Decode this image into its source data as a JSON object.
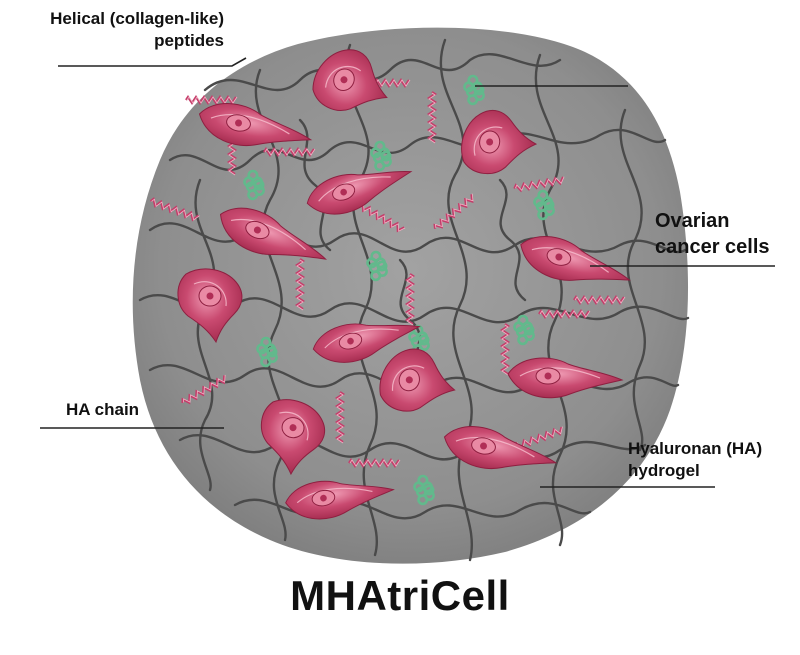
{
  "title": "MHAtriCell",
  "labels": {
    "peptides_line1": "Helical (collagen-like)",
    "peptides_line2": "peptides",
    "cells_line1": "Ovarian",
    "cells_line2": "cancer cells",
    "ha_chain": "HA chain",
    "hydrogel_line1": "Hyaluronan (HA)",
    "hydrogel_line2": "hydrogel"
  },
  "colors": {
    "hydrogel_fill": "#8f8f8f",
    "chain": "#4a4a4a",
    "cell": "#c23b63",
    "cell_light": "#e98aa4",
    "peptide": "#c43d6a",
    "cluster": "#62b98c"
  }
}
